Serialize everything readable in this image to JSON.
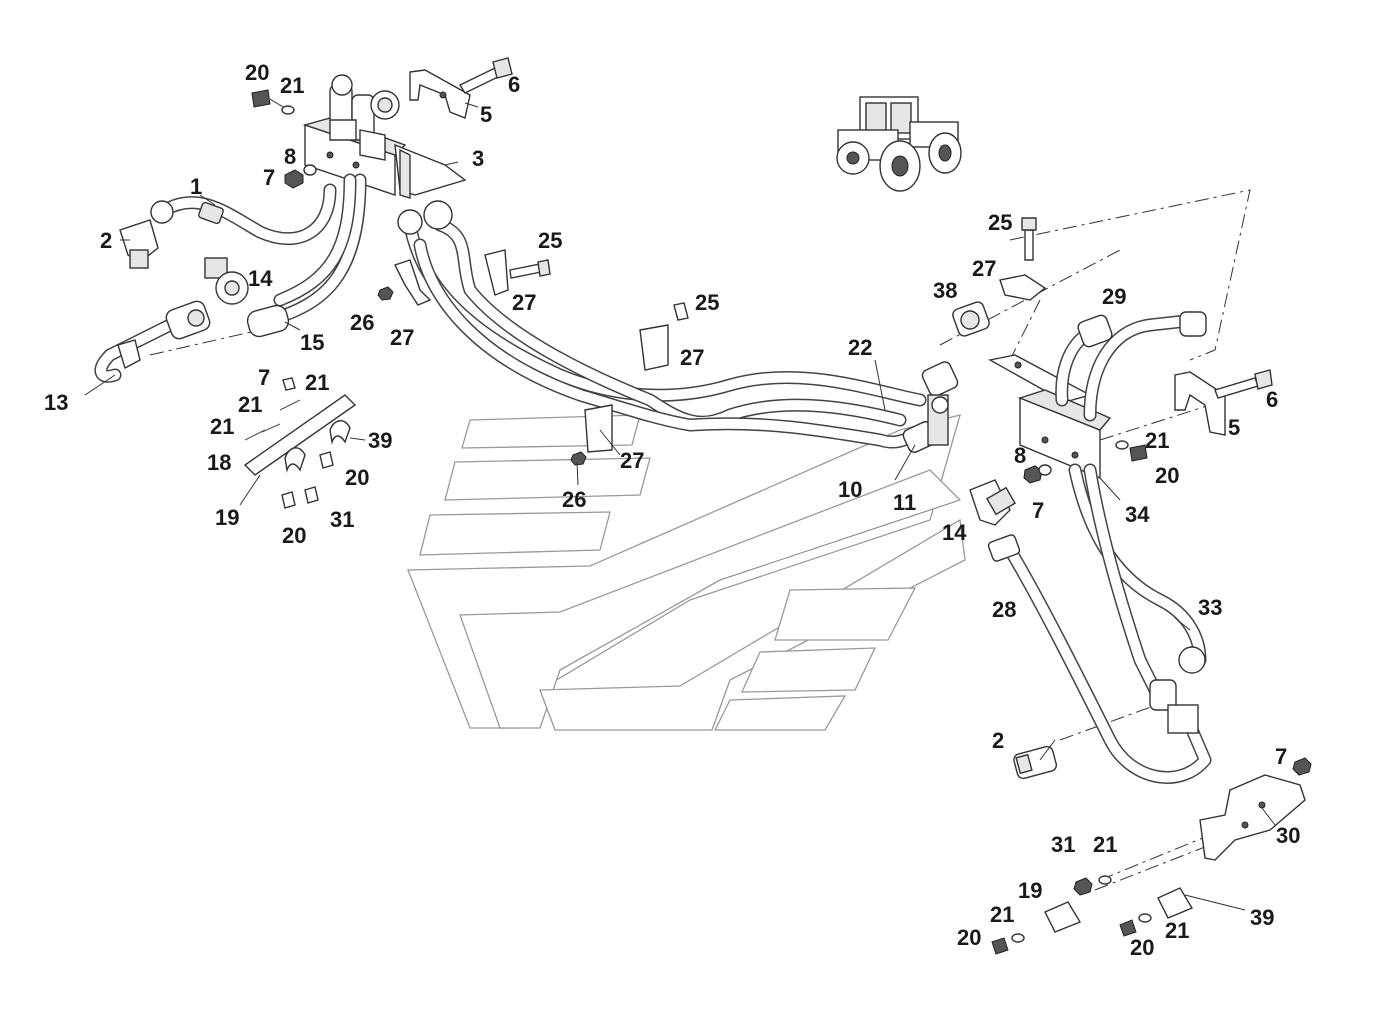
{
  "figure": {
    "callouts": [
      "20",
      "21",
      "6",
      "5",
      "8",
      "7",
      "3",
      "1",
      "2",
      "14",
      "13",
      "15",
      "25",
      "27",
      "26",
      "27",
      "25",
      "27",
      "27",
      "26",
      "7",
      "21",
      "21",
      "21",
      "39",
      "18",
      "20",
      "19",
      "31",
      "20",
      "25",
      "27",
      "38",
      "22",
      "29",
      "6",
      "5",
      "21",
      "20",
      "8",
      "7",
      "34",
      "10",
      "11",
      "14",
      "28",
      "33",
      "2",
      "7",
      "30",
      "31",
      "21",
      "19",
      "21",
      "20",
      "39",
      "20",
      "21"
    ]
  }
}
